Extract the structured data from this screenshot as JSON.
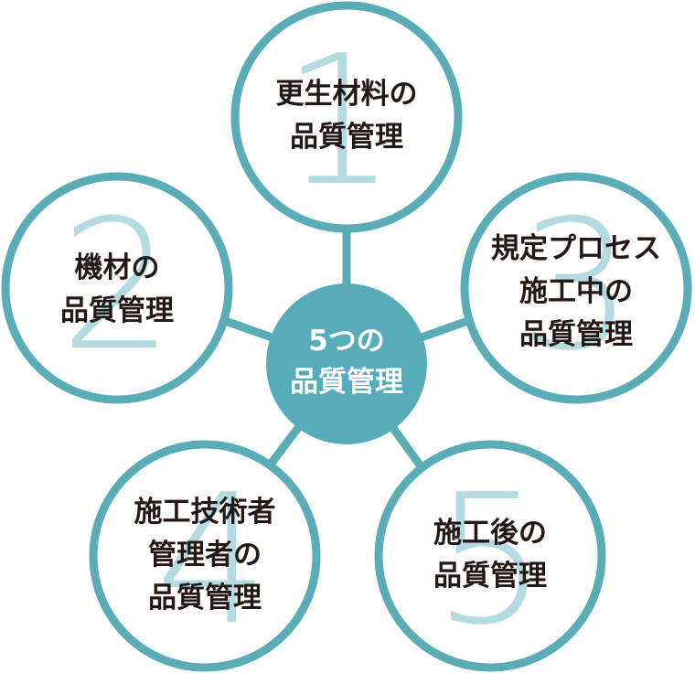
{
  "center": {
    "lines": [
      "5つの",
      "品質管理"
    ]
  },
  "nodes": [
    {
      "number": "1",
      "lines": [
        "更生材料の",
        "品質管理"
      ]
    },
    {
      "number": "2",
      "lines": [
        "機材の",
        "品質管理"
      ]
    },
    {
      "number": "3",
      "lines": [
        "規定プロセス",
        "施工中の",
        "品質管理"
      ]
    },
    {
      "number": "4",
      "lines": [
        "施工技術者",
        "管理者の",
        "品質管理"
      ]
    },
    {
      "number": "5",
      "lines": [
        "施工後の",
        "品質管理"
      ]
    }
  ],
  "colors": {
    "accent": "#5aadb6",
    "center_fill": "#56acb9",
    "number_fill": "#b3dbe0",
    "text": "#231815"
  }
}
